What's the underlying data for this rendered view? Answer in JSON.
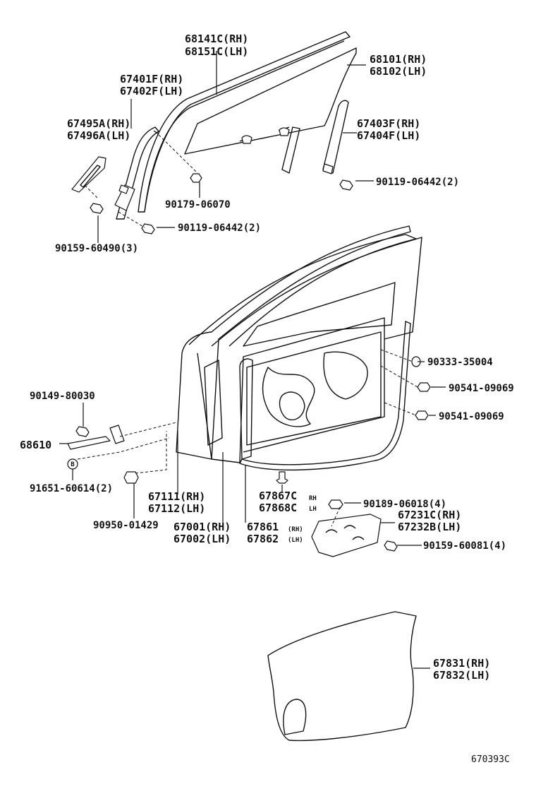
{
  "diagram_code": "670393C",
  "labels": {
    "l68141": [
      "68141C(RH)",
      "68151C(LH)"
    ],
    "l68101": [
      "68101(RH)",
      "68102(LH)"
    ],
    "l67401": [
      "67401F(RH)",
      "67402F(LH)"
    ],
    "l67495": [
      "67495A(RH)",
      "67496A(LH)"
    ],
    "l67403": [
      "67403F(RH)",
      "67404F(LH)"
    ],
    "l90119a": "90119-06442(2)",
    "l90179": "90179-06070",
    "l90119b": "90119-06442(2)",
    "l90159a": "90159-60490(3)",
    "l90333": "90333-35004",
    "l90541a": "90541-09069",
    "l90541b": "90541-09069",
    "l90149": "90149-80030",
    "l68610": "68610",
    "lB": "B",
    "l91651": "91651-60614(2)",
    "l67111": [
      "67111(RH)",
      "67112(LH)"
    ],
    "l90950": "90950-01429",
    "l67001": [
      "67001(RH)",
      "67002(LH)"
    ],
    "l67867": [
      "67867C",
      "67868C"
    ],
    "l67867s": [
      "RH",
      "LH"
    ],
    "l67861": [
      "67861",
      "67862"
    ],
    "l67861s": [
      "(RH)",
      "(LH)"
    ],
    "l90189": "90189-06018(4)",
    "l67231": [
      "67231C(RH)",
      "67232B(LH)"
    ],
    "l90159b": "90159-60081(4)",
    "l67831": [
      "67831(RH)",
      "67832(LH)"
    ]
  }
}
